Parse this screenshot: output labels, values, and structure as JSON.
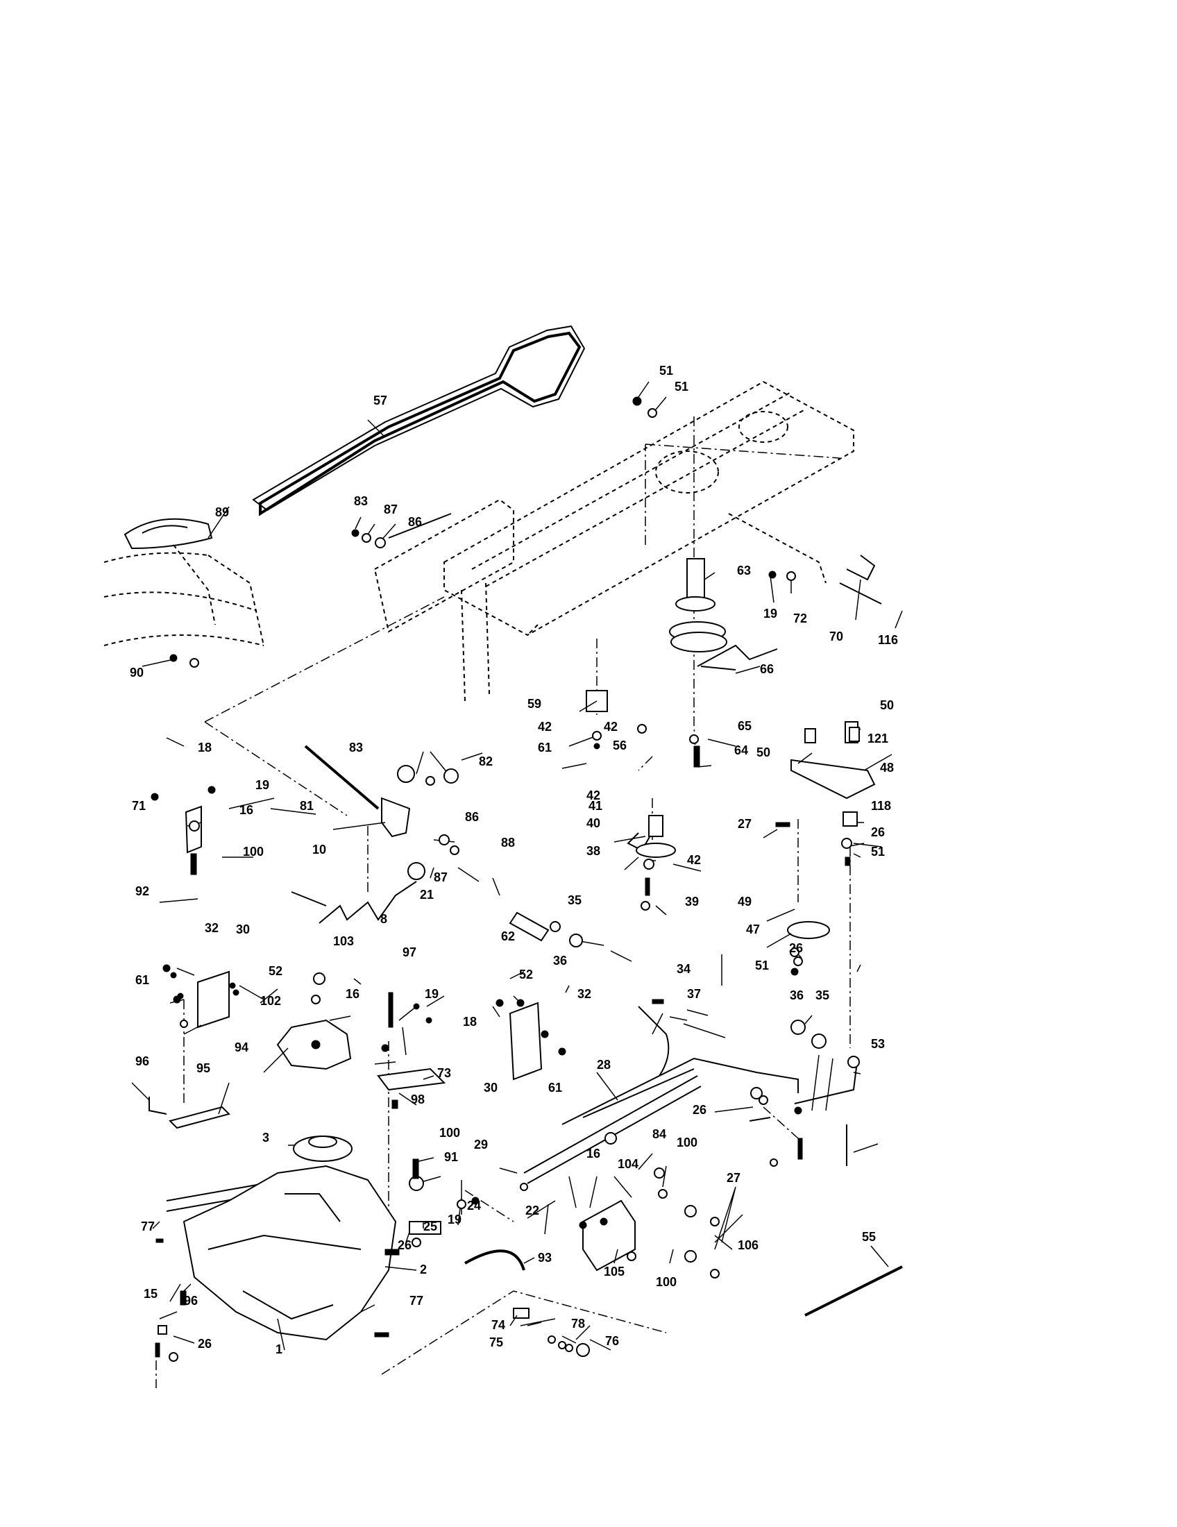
{
  "diagram": {
    "colors": {
      "ink": "#000000",
      "paper": "#ffffff"
    },
    "callouts": [
      "57",
      "51",
      "51",
      "89",
      "83",
      "87",
      "86",
      "63",
      "19",
      "72",
      "70",
      "116",
      "90",
      "66",
      "59",
      "42",
      "42",
      "56",
      "61",
      "65",
      "50",
      "50",
      "121",
      "64",
      "48",
      "18",
      "83",
      "82",
      "19",
      "71",
      "16",
      "81",
      "86",
      "41",
      "42",
      "40",
      "27",
      "118",
      "26",
      "38",
      "42",
      "51",
      "100",
      "88",
      "87",
      "10",
      "21",
      "92",
      "8",
      "39",
      "49",
      "35",
      "47",
      "62",
      "32",
      "30",
      "103",
      "36",
      "26",
      "97",
      "51",
      "34",
      "52",
      "61",
      "52",
      "32",
      "16",
      "19",
      "37",
      "102",
      "18",
      "36",
      "35",
      "94",
      "73",
      "96",
      "30",
      "61",
      "53",
      "95",
      "28",
      "98",
      "26",
      "3",
      "100",
      "84",
      "100",
      "29",
      "91",
      "16",
      "104",
      "27",
      "24",
      "22",
      "19",
      "25",
      "77",
      "26",
      "106",
      "55",
      "93",
      "105",
      "100",
      "2",
      "15",
      "96",
      "77",
      "78",
      "74",
      "75",
      "76",
      "1",
      "26"
    ]
  }
}
